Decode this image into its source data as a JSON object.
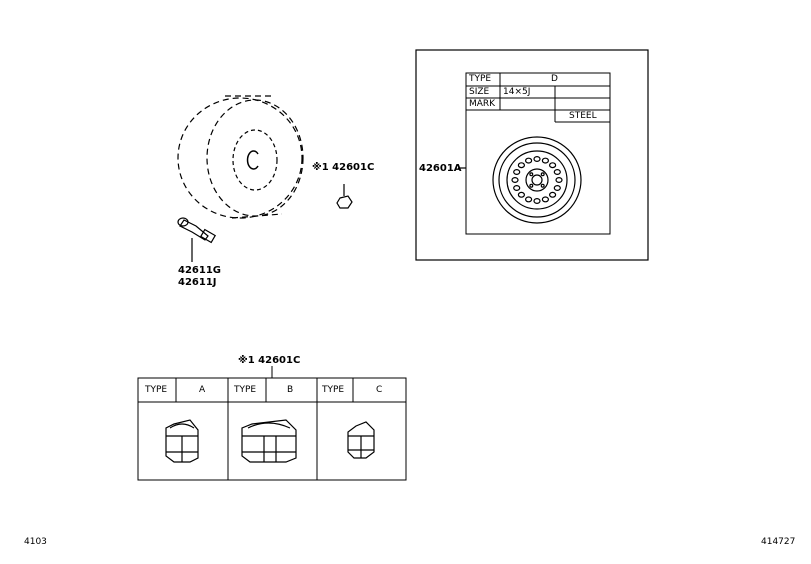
{
  "callouts": {
    "valve_part_1": "42611G",
    "valve_part_2": "42611J",
    "nut_callout_top": "※1 42601C",
    "wheel_callout": "42601A",
    "nut_table_callout": "※1 42601C"
  },
  "spec_table": {
    "rows": [
      {
        "label": "TYPE",
        "value": "D"
      },
      {
        "label": "SIZE",
        "value": "14×5J"
      },
      {
        "label": "MARK",
        "value": ""
      }
    ],
    "material": "STEEL"
  },
  "nut_table": {
    "types": [
      {
        "label": "TYPE",
        "value": "A"
      },
      {
        "label": "TYPE",
        "value": "B"
      },
      {
        "label": "TYPE",
        "value": "C"
      }
    ]
  },
  "footer": {
    "left_code": "4103",
    "right_code": "414727"
  }
}
